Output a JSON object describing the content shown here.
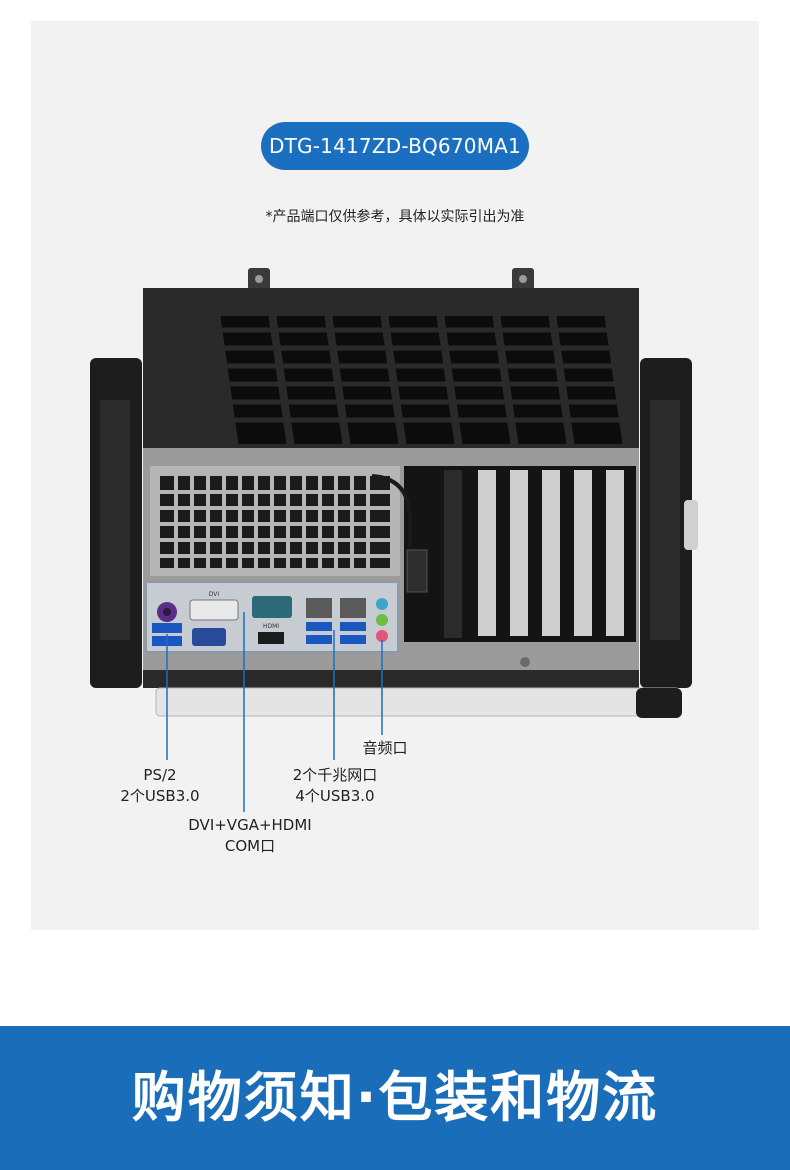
{
  "header": {
    "model": "DTG-1417ZD-BQ670MA1",
    "note": "*产品端口仅供参考，具体以实际引出为准"
  },
  "ports": {
    "ps2_usb": [
      "PS/2",
      "2个USB3.0"
    ],
    "video_com": [
      "DVI+VGA+HDMI",
      "COM口"
    ],
    "lan_usb": [
      "2个千兆网口",
      "4个USB3.0"
    ],
    "audio": "音频口"
  },
  "panel_marks": {
    "dvi": "DVI",
    "hdmi": "HDMI",
    "ps2_icon": "keyboard-mouse-icon",
    "lan_icon": "network-icon",
    "audio_icon": "audio-jack-icon"
  },
  "banner": {
    "title": "购物须知·包装和物流"
  },
  "colors": {
    "accent": "#1b6fc1",
    "banner": "#1a6db9",
    "panel": "#f2f2f2"
  }
}
